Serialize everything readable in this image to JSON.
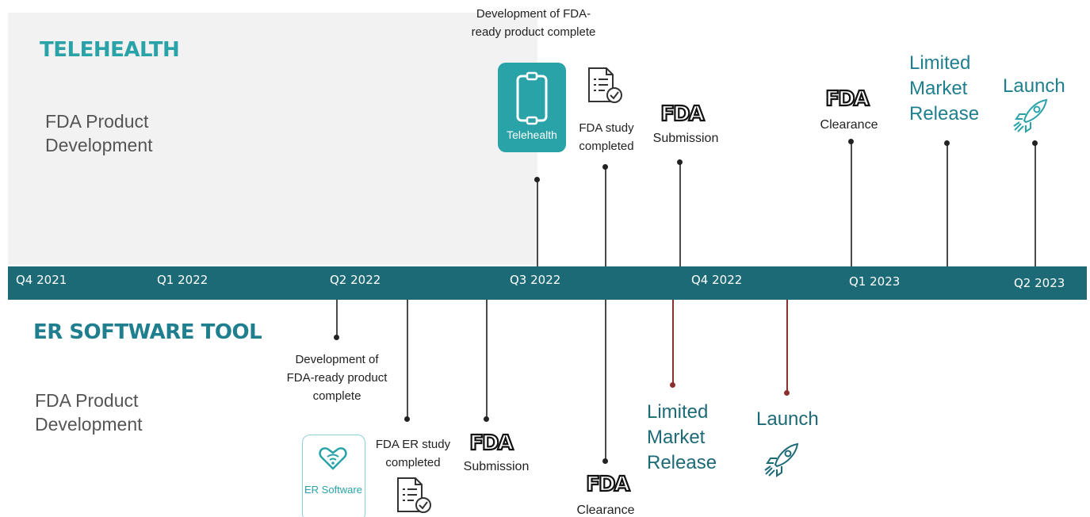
{
  "telehealth": {
    "title": "TELEHEALTH",
    "subtitle": "FDA Product Development",
    "milestones": {
      "dev": "Development of FDA-ready product complete",
      "tile": "Telehealth",
      "study": "FDA study completed",
      "submission": "Submission",
      "clearance": "Clearance",
      "limited": "Limited Market Release",
      "launch": "Launch"
    }
  },
  "er": {
    "title": "ER SOFTWARE TOOL",
    "subtitle": "FDA Product Development",
    "milestones": {
      "dev": "Development of FDA-ready product complete",
      "tile": "ER Software",
      "study": "FDA ER study completed",
      "submission": "Submission",
      "clearance": "Clearance",
      "limited": "Limited Market Release",
      "launch": "Launch"
    }
  },
  "timeline": {
    "quarters": [
      "Q4 2021",
      "Q1 2022",
      "Q2 2022",
      "Q3 2022",
      "Q4 2022",
      "Q1 2023",
      "Q2 2023"
    ]
  },
  "fda_logo_text": "FDA",
  "icons": [
    "tablet-icon",
    "document-check-icon",
    "fda-logo-icon",
    "rocket-icon",
    "heart-wifi-icon"
  ],
  "colors": {
    "band": "#1d6a77",
    "accent": "#2aa3a8",
    "red_stem": "#8c2f2f"
  }
}
